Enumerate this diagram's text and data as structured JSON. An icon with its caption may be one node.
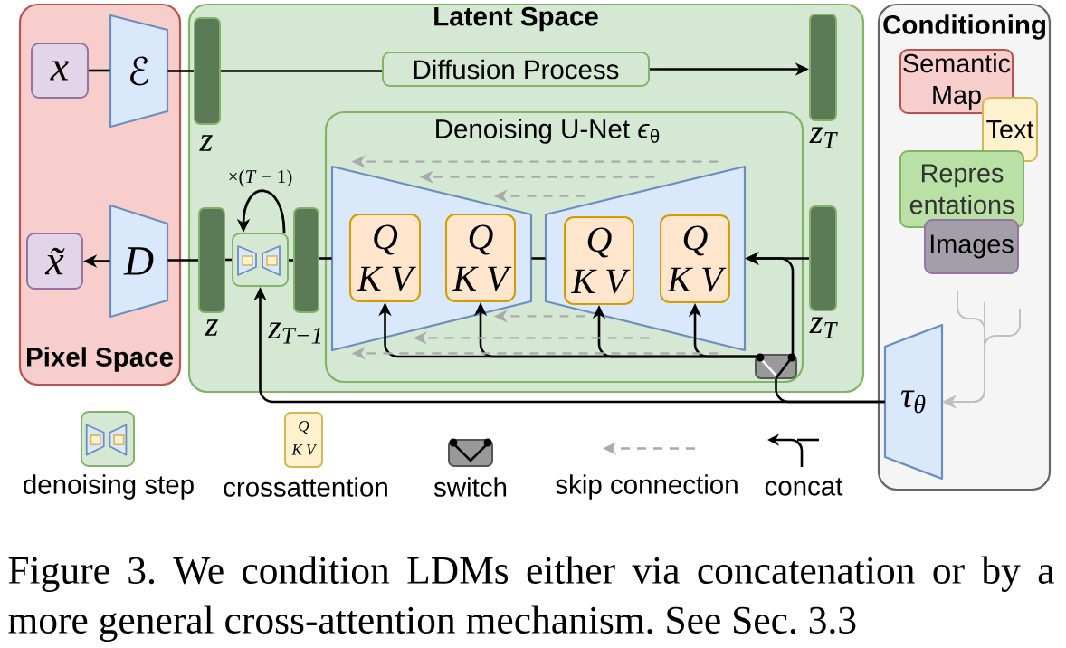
{
  "diagram": {
    "caption": "Figure 3. We condition LDMs either via concatenation or by a more general cross-attention mechanism. See Sec. 3.3",
    "nodes": [
      {
        "text": [
          "Pixel Space"
        ]
      },
      {
        "text": [
          "x"
        ],
        "in": 0
      },
      {
        "text": [
          "ℰ"
        ],
        "in": 0
      },
      {
        "text": [
          "x̃"
        ],
        "in": 0
      },
      {
        "text": [
          "D"
        ],
        "in": 0
      },
      {
        "text": [
          "Latent Space"
        ]
      },
      {
        "text": [],
        "shape": "bar",
        "in": 5,
        "beside": [
          "z"
        ]
      },
      {
        "text": [
          "Diffusion Process"
        ],
        "in": 5
      },
      {
        "text": [],
        "shape": "bar",
        "in": 5,
        "beside": [
          "z$_{T}$"
        ]
      },
      {
        "text": [
          "Denoising U-Net *ϵ*$_{θ}$"
        ],
        "in": 5
      },
      {
        "text": [],
        "shape": "bar",
        "in": 5,
        "beside": [
          "z"
        ]
      },
      {
        "text": [],
        "shape": "box",
        "in": 5
      },
      {
        "text": [],
        "shape": "bar",
        "in": 5,
        "beside": [
          "z$_{T−1}$"
        ]
      },
      {
        "text": [],
        "shape": "trapezoid",
        "in": 9
      },
      {
        "text": [
          "Q",
          "K V"
        ],
        "in": 13
      },
      {
        "text": [
          "Q",
          "K V"
        ],
        "in": 13
      },
      {
        "text": [],
        "shape": "trapezoid",
        "in": 9
      },
      {
        "text": [
          "Q",
          "K V"
        ],
        "in": 16
      },
      {
        "text": [
          "Q",
          "K V"
        ],
        "in": 16
      },
      {
        "text": [],
        "shape": "bar",
        "in": 5,
        "beside": [
          "z$_{T}$"
        ]
      },
      {
        "text": [],
        "shape": "switch",
        "in": 9
      },
      {
        "text": [
          "Conditioning"
        ]
      },
      {
        "text": [
          "Semantic Map"
        ],
        "in": 21
      },
      {
        "text": [
          "Text"
        ],
        "in": 21
      },
      {
        "text": [
          "Repres entations"
        ],
        "in": 21
      },
      {
        "text": [
          "Images"
        ],
        "in": 21
      },
      {
        "text": [
          "τ$_{θ}$"
        ],
        "in": 21
      }
    ],
    "edges": [
      {
        "from": 1,
        "to": 2,
        "arrow": "none"
      },
      {
        "from": 2,
        "to": 6,
        "arrow": "none"
      },
      {
        "from": 6,
        "to": 7,
        "arrow": "none"
      },
      {
        "from": 7,
        "to": 8,
        "arrow": "to"
      },
      {
        "from": 4,
        "to": 3,
        "arrow": "to"
      },
      {
        "from": 10,
        "to": 4,
        "arrow": "none"
      },
      {
        "from": 11,
        "to": 10,
        "arrow": "none"
      },
      {
        "from": 12,
        "to": 11,
        "arrow": "none"
      },
      {
        "from": 11,
        "to": 11,
        "arrow": "to",
        "label": "×(*T* − 1)"
      },
      {
        "from": 13,
        "to": 12,
        "arrow": "none"
      },
      {
        "from": 16,
        "to": 13,
        "arrow": "none"
      },
      {
        "from": 19,
        "to": 16,
        "arrow": "to"
      },
      {
        "from": 20,
        "to": 16,
        "arrow": "to"
      },
      {
        "from": 20,
        "to": 14,
        "arrow": "to"
      },
      {
        "from": 20,
        "to": 15,
        "arrow": "to"
      },
      {
        "from": 20,
        "to": 17,
        "arrow": "to"
      },
      {
        "from": 20,
        "to": 18,
        "arrow": "to"
      },
      {
        "from": 26,
        "to": 20,
        "arrow": "none"
      },
      {
        "from": 26,
        "to": 11,
        "arrow": "to"
      },
      {
        "from": 16,
        "to": 13,
        "arrow": "to",
        "style": "dashed",
        "color": "#aaaaaa"
      },
      {
        "from": 16,
        "to": 13,
        "arrow": "to",
        "style": "dashed",
        "color": "#aaaaaa"
      },
      {
        "from": 16,
        "to": 13,
        "arrow": "to",
        "style": "dashed",
        "color": "#aaaaaa"
      },
      {
        "from": 16,
        "to": 13,
        "arrow": "to",
        "style": "dashed",
        "color": "#aaaaaa"
      },
      {
        "from": 16,
        "to": 13,
        "arrow": "to",
        "style": "dashed",
        "color": "#aaaaaa"
      },
      {
        "from": 16,
        "to": 13,
        "arrow": "to",
        "style": "dashed",
        "color": "#aaaaaa"
      },
      {
        "from": null,
        "to": 26,
        "arrow": "to",
        "color": "#c0c0c0"
      },
      {
        "from": null,
        "to": 26,
        "arrow": "to",
        "color": "#c0c0c0"
      },
      {
        "from": null,
        "to": 26,
        "arrow": "to",
        "color": "#c0c0c0"
      }
    ],
    "labels": [
      "Q",
      "K V"
    ],
    "legend": [
      {
        "text": "denoising step"
      },
      {
        "text": "crossattention"
      },
      {
        "text": "switch"
      },
      {
        "text": "skip connection"
      },
      {
        "text": "concat"
      }
    ]
  }
}
